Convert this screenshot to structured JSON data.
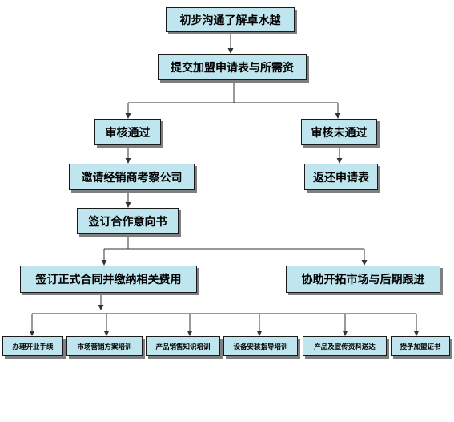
{
  "flow": {
    "step1": "初步沟通了解卓水越",
    "step2": "提交加盟申请表与所需资",
    "approved": "审核通过",
    "rejected": "审核未通过",
    "invite": "邀请经销商考察公司",
    "return_form": "返还申请表",
    "intent": "签订合作意向书",
    "contract": "签订正式合同并缴纳相关费用",
    "assist": "协助开拓市场与后期跟进",
    "subs": [
      "办理开业手续",
      "市场营销方案培训",
      "产品销售知识培训",
      "设备安装指导培训",
      "产品及宣传资料送达",
      "授予加盟证书"
    ]
  },
  "colors": {
    "box_fill": "#bfe6ee",
    "box_border": "#1a1a1a",
    "connector": "#333333"
  }
}
